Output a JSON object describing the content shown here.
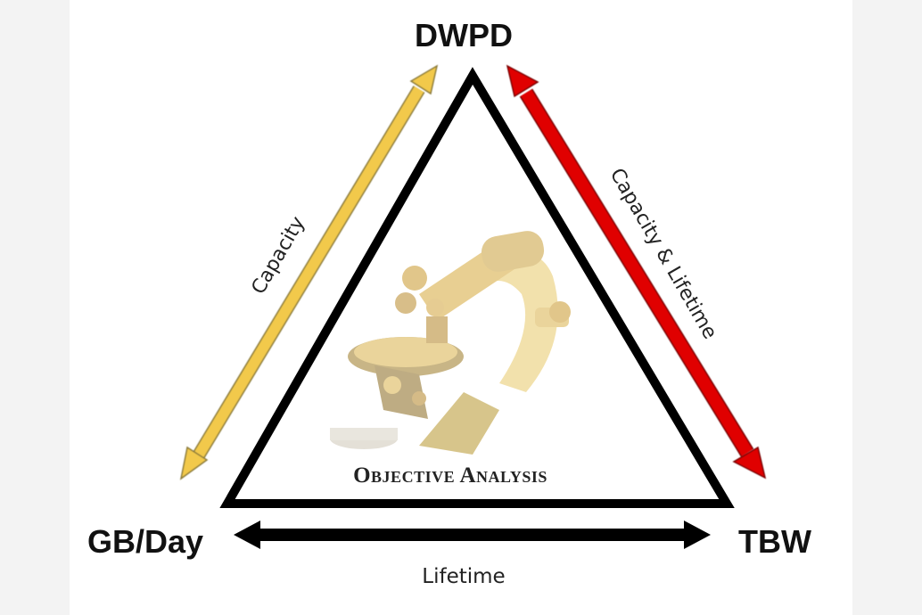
{
  "diagram": {
    "vertices": {
      "top": "DWPD",
      "left": "GB/Day",
      "right": "TBW"
    },
    "edges": {
      "left": "Capacity",
      "right": "Capacity & Lifetime",
      "bottom": "Lifetime"
    },
    "center_text": "Objective Analysis",
    "colors": {
      "left_arrow": "#f2c94c",
      "right_arrow": "#e00000",
      "bottom_arrow": "#000000",
      "triangle_stroke": "#000000",
      "illustration": "#d9b24a"
    },
    "icons": {
      "center_image": "microscope-icon"
    }
  }
}
